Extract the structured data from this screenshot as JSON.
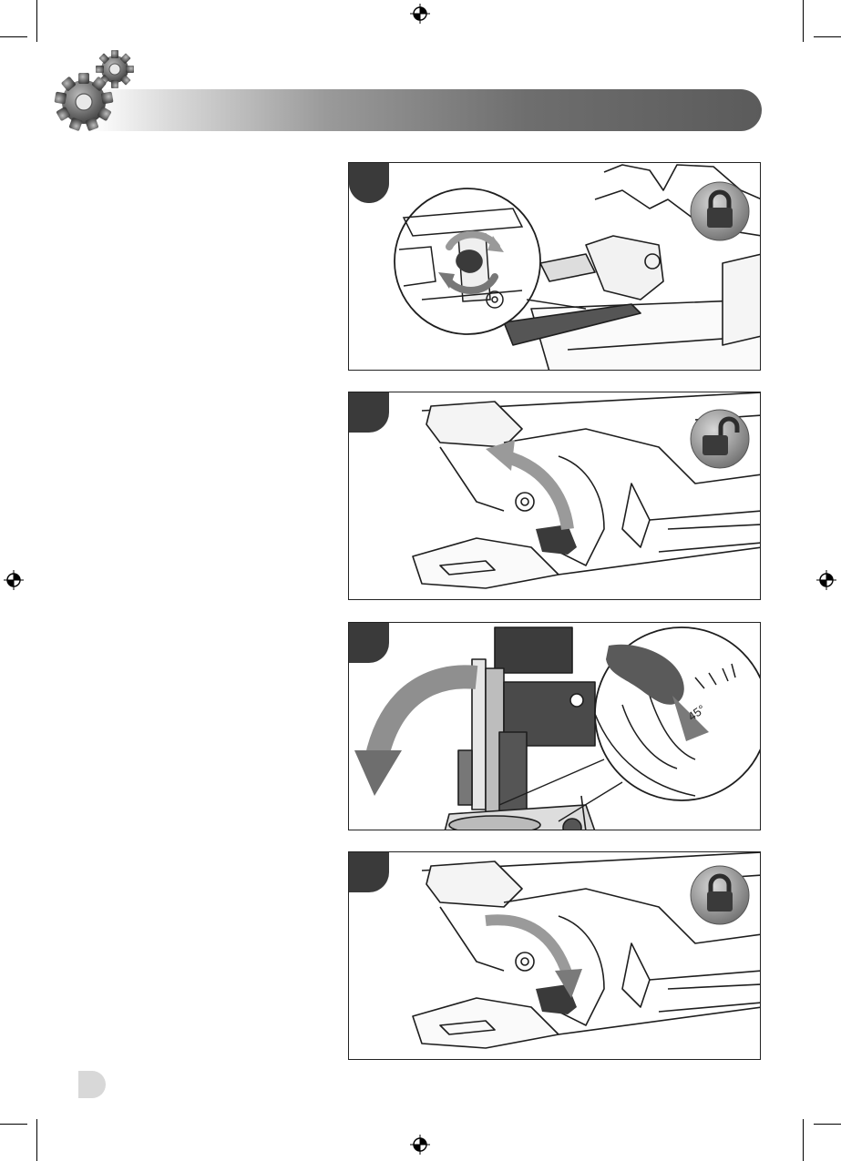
{
  "panels": [
    {
      "id": "step-1",
      "lock_state": "locked",
      "lock_icon": "lock-closed-icon"
    },
    {
      "id": "step-2",
      "lock_state": "unlocked",
      "lock_icon": "lock-open-icon"
    },
    {
      "id": "step-3",
      "bevel_angle_label": "45°",
      "lock_icon": ""
    },
    {
      "id": "step-4",
      "lock_state": "locked",
      "lock_icon": "lock-closed-icon"
    }
  ],
  "colors": {
    "banner_dark": "#5b5b5b",
    "badge": "#3a3a3a",
    "line_art": "#1e1e1e",
    "lock_bg": "#8d8d8d"
  }
}
